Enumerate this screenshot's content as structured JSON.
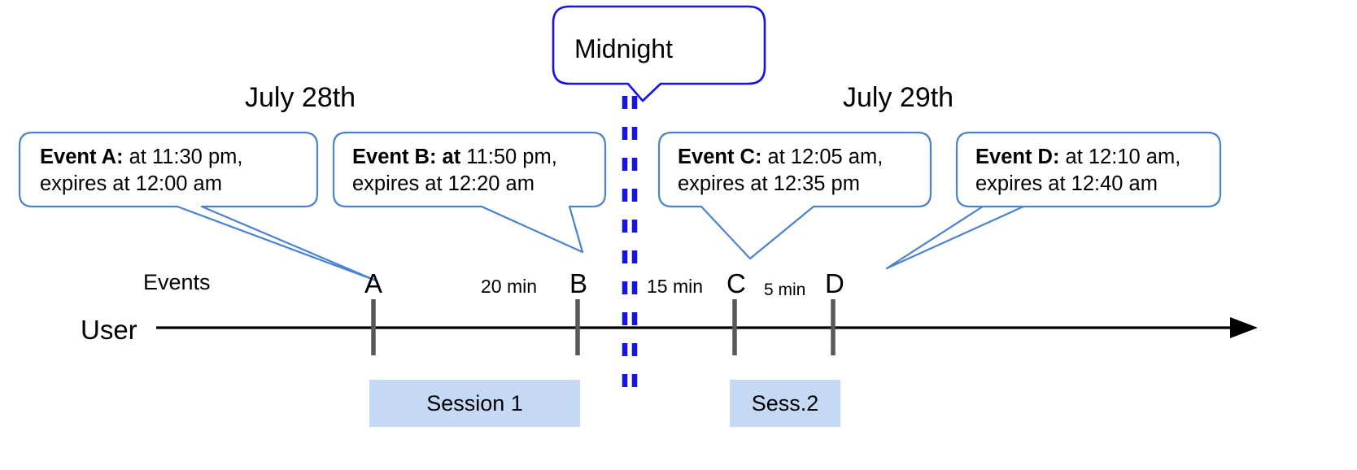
{
  "diagram": {
    "title_callout": {
      "label": "Midnight",
      "border_color": "#1414e6"
    },
    "dates": [
      {
        "name": "day-left",
        "label": "July 28th"
      },
      {
        "name": "day-right",
        "label": "July 29th"
      }
    ],
    "axis": {
      "row_label": "User",
      "events_row_label": "Events",
      "line_color": "#000000",
      "tick_color": "#595959"
    },
    "markers": [
      {
        "id": "A",
        "label": "A"
      },
      {
        "id": "B",
        "label": "B"
      },
      {
        "id": "C",
        "label": "C"
      },
      {
        "id": "D",
        "label": "D"
      }
    ],
    "gaps": [
      {
        "id": "gap-ab",
        "label": "20 min"
      },
      {
        "id": "gap-bc",
        "label": "15 min"
      },
      {
        "id": "gap-cd",
        "label": "5 min"
      }
    ],
    "callouts": [
      {
        "id": "event-a",
        "line1_bold": "Event A:",
        "line1_rest": " at 11:30 pm,",
        "line2": "expires at 12:00 am",
        "border_color": "#4a81d0"
      },
      {
        "id": "event-b",
        "line1_bold": "Event B: at",
        "line1_rest": " 11:50 pm,",
        "line2": "expires at 12:20 am",
        "border_color": "#4a81d0"
      },
      {
        "id": "event-c",
        "line1_bold": "Event C:",
        "line1_rest": " at 12:05 am,",
        "line2": "expires at 12:35 pm",
        "border_color": "#4a81d0"
      },
      {
        "id": "event-d",
        "line1_bold": "Event D:",
        "line1_rest": "  at 12:10 am,",
        "line2": "expires at 12:40 am",
        "border_color": "#4a81d0"
      }
    ],
    "sessions": [
      {
        "id": "session-1",
        "label": "Session 1",
        "fill": "#c5d9f5"
      },
      {
        "id": "session-2",
        "label": "Sess.2",
        "fill": "#c5d9f5"
      }
    ],
    "midnight_line": {
      "color": "#1414e6",
      "style": "double-dashed"
    }
  }
}
